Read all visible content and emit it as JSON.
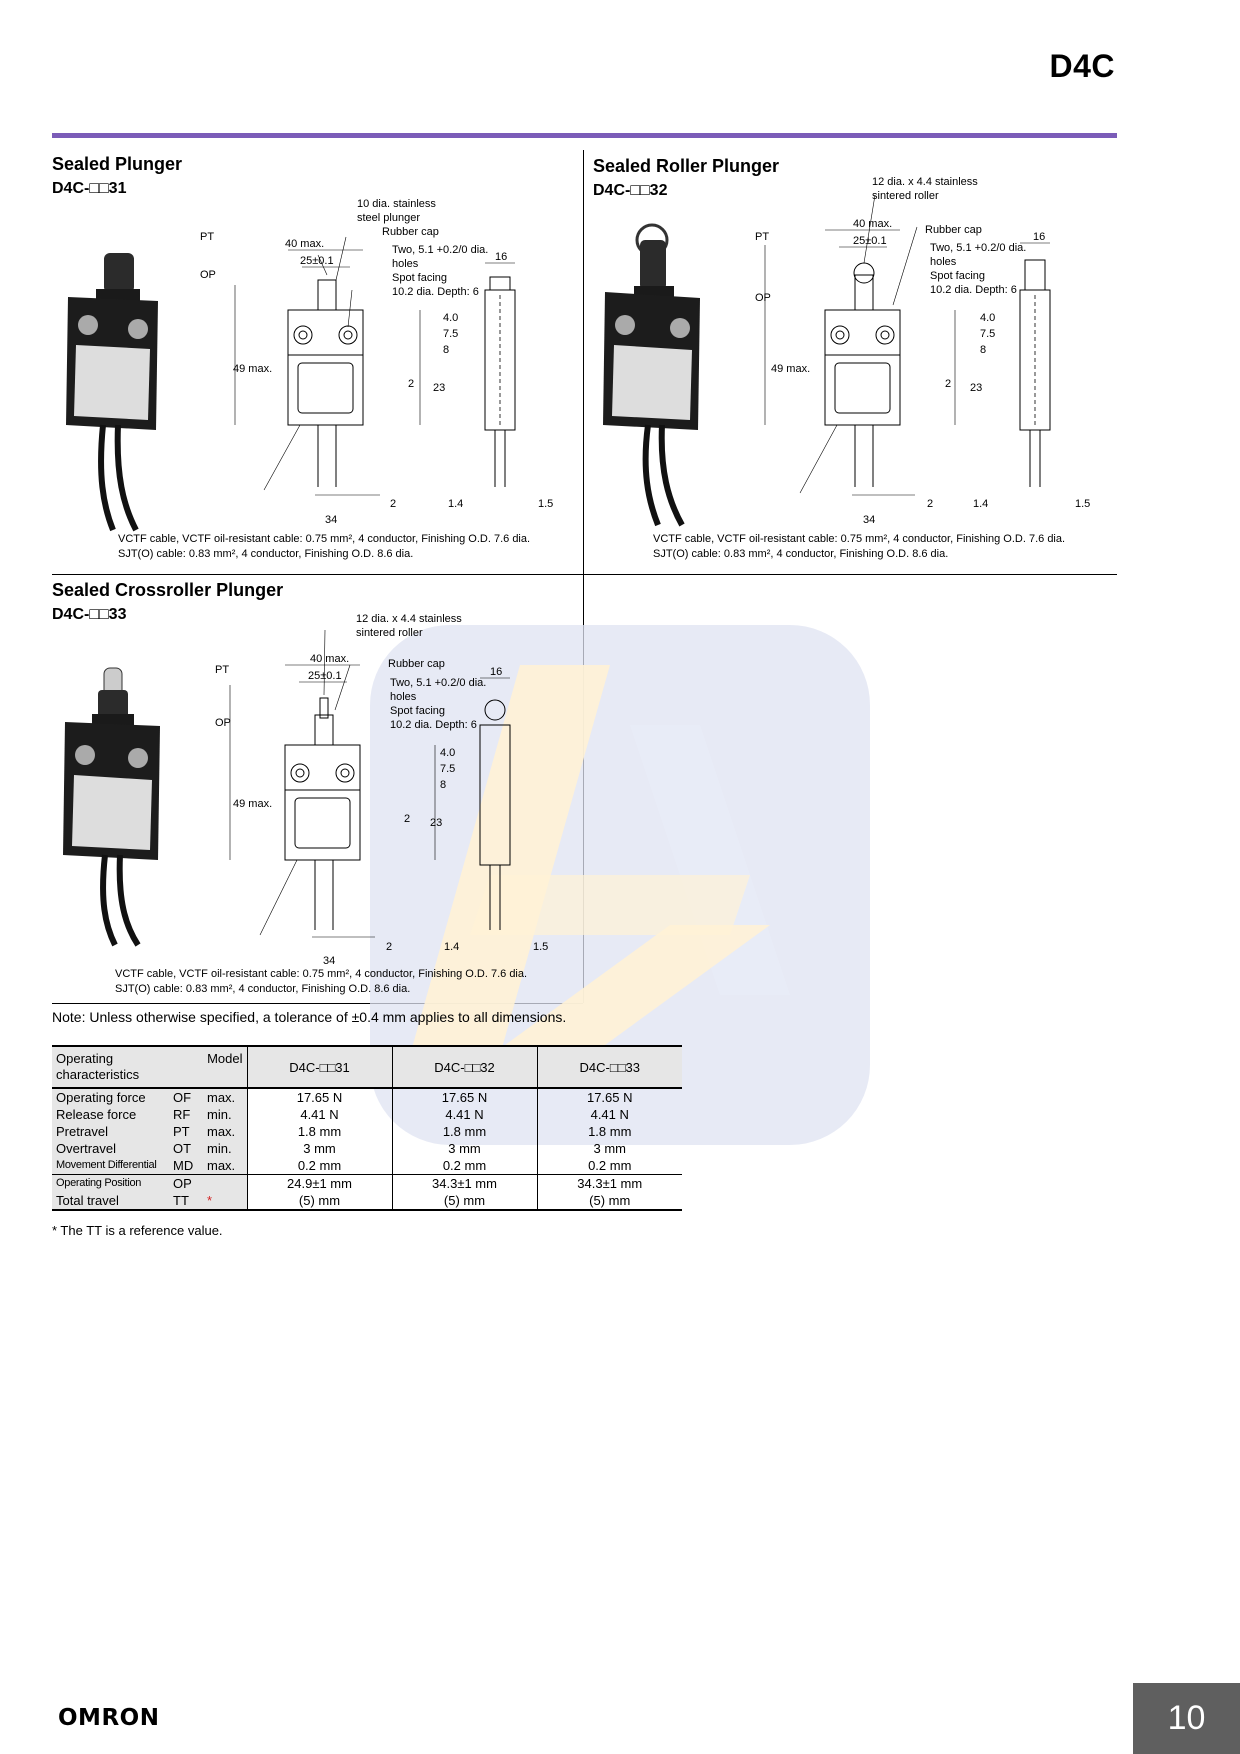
{
  "header": {
    "title": "D4C"
  },
  "sections": [
    {
      "title": "Sealed Plunger",
      "model": "D4C-□□31",
      "callouts": {
        "top": [
          "10 dia. stainless",
          "steel plunger"
        ],
        "cap": "Rubber cap",
        "holes": [
          "Two, 5.1 +0.2/0 dia.",
          "holes",
          "Spot facing",
          "10.2 dia. Depth: 6"
        ]
      },
      "cable": [
        "VCTF cable, VCTF oil-resistant cable: 0.75 mm², 4 conductor, Finishing O.D. 7.6 dia.",
        "SJT(O) cable: 0.83 mm², 4 conductor, Finishing O.D. 8.6 dia."
      ]
    },
    {
      "title": "Sealed Roller Plunger",
      "model": "D4C-□□32",
      "callouts": {
        "top": [
          "12 dia. x 4.4 stainless",
          "sintered roller"
        ],
        "cap": "Rubber cap",
        "holes": [
          "Two, 5.1 +0.2/0 dia.",
          "holes",
          "Spot facing",
          "10.2 dia. Depth: 6"
        ]
      },
      "cable": [
        "VCTF cable, VCTF oil-resistant cable: 0.75 mm², 4 conductor, Finishing O.D. 7.6 dia.",
        "SJT(O) cable: 0.83 mm², 4 conductor, Finishing O.D. 8.6 dia."
      ]
    },
    {
      "title": "Sealed Crossroller Plunger",
      "model": "D4C-□□33",
      "callouts": {
        "top": [
          "12 dia. x 4.4 stainless",
          "sintered roller"
        ],
        "cap": "Rubber cap",
        "holes": [
          "Two, 5.1 +0.2/0 dia.",
          "holes",
          "Spot facing",
          "10.2 dia. Depth: 6"
        ]
      },
      "cable": [
        "VCTF cable, VCTF oil-resistant cable: 0.75 mm², 4 conductor, Finishing O.D. 7.6 dia.",
        "SJT(O) cable: 0.83 mm², 4 conductor, Finishing O.D. 8.6 dia."
      ]
    }
  ],
  "dims": {
    "pt": "PT",
    "op": "OP",
    "w40": "40 max.",
    "w25": "25±0.1",
    "w16": "16",
    "h49": "49 max.",
    "d40": "4.0",
    "d75": "7.5",
    "d8": "8",
    "d2": "2",
    "d23": "23",
    "b2": "2",
    "b14": "1.4",
    "b15": "1.5",
    "b34": "34"
  },
  "note": "Note: Unless otherwise specified, a tolerance of ±0.4 mm applies to all dimensions.",
  "table": {
    "corner_top_left": "Operating",
    "corner_top_right": "Model",
    "corner_bottom": "characteristics",
    "models": [
      "D4C-□□31",
      "D4C-□□32",
      "D4C-□□33"
    ],
    "rows": [
      {
        "name": "Operating force",
        "abbr": "OF",
        "limit": "max.",
        "values": [
          "17.65 N",
          "17.65 N",
          "17.65 N"
        ]
      },
      {
        "name": "Release force",
        "abbr": "RF",
        "limit": "min.",
        "values": [
          "4.41 N",
          "4.41 N",
          "4.41 N"
        ]
      },
      {
        "name": "Pretravel",
        "abbr": "PT",
        "limit": "max.",
        "values": [
          "1.8 mm",
          "1.8 mm",
          "1.8 mm"
        ]
      },
      {
        "name": "Overtravel",
        "abbr": "OT",
        "limit": "min.",
        "values": [
          "3 mm",
          "3 mm",
          "3 mm"
        ]
      },
      {
        "name": "Movement Differential",
        "abbr": "MD",
        "limit": "max.",
        "values": [
          "0.2 mm",
          "0.2 mm",
          "0.2 mm"
        ]
      },
      {
        "name": "Operating Position",
        "abbr": "OP",
        "limit": "",
        "values": [
          "24.9±1 mm",
          "34.3±1 mm",
          "34.3±1 mm"
        ]
      },
      {
        "name": "Total travel",
        "abbr": "TT",
        "limit": "*",
        "values": [
          "(5) mm",
          "(5) mm",
          "(5) mm"
        ]
      }
    ]
  },
  "footnote": "* The TT is a reference value.",
  "footer": {
    "logo": "OMRON",
    "page": "10"
  },
  "colors": {
    "accent": "#7b5cb8",
    "page_box": "#5f5f5f",
    "asterisk": "#d22222"
  }
}
